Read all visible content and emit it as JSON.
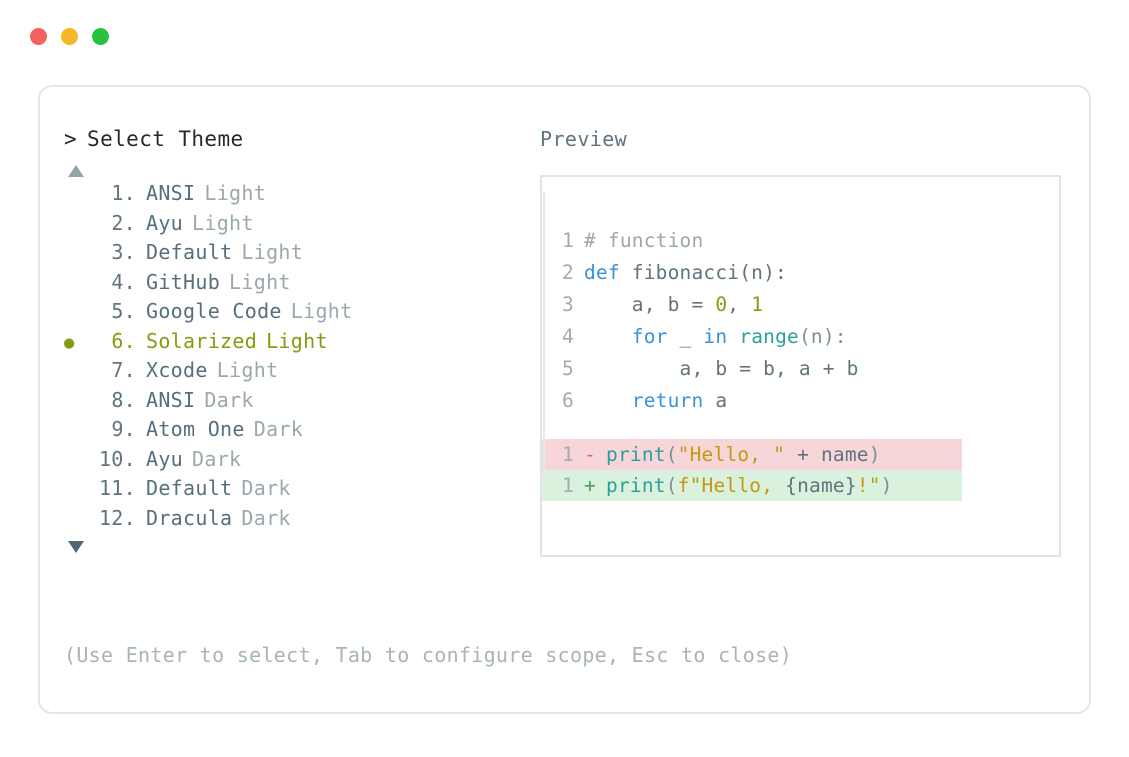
{
  "window": {
    "dots": [
      {
        "name": "close",
        "color": "#f5625c"
      },
      {
        "name": "minimize",
        "color": "#f6b726"
      },
      {
        "name": "maximize",
        "color": "#27c33f"
      }
    ]
  },
  "picker": {
    "caret": ">",
    "title": "Select Theme",
    "scroll_up": "▲",
    "scroll_down": "▼",
    "selected_index": 6,
    "selected_bullet": "●",
    "items": [
      {
        "num": "1.",
        "name": "ANSI",
        "variant": "Light",
        "selected": false
      },
      {
        "num": "2.",
        "name": "Ayu",
        "variant": "Light",
        "selected": false
      },
      {
        "num": "3.",
        "name": "Default",
        "variant": "Light",
        "selected": false
      },
      {
        "num": "4.",
        "name": "GitHub",
        "variant": "Light",
        "selected": false
      },
      {
        "num": "5.",
        "name": "Google Code",
        "variant": "Light",
        "selected": false
      },
      {
        "num": "6.",
        "name": "Solarized",
        "variant": "Light",
        "selected": true
      },
      {
        "num": "7.",
        "name": "Xcode",
        "variant": "Light",
        "selected": false
      },
      {
        "num": "8.",
        "name": "ANSI",
        "variant": "Dark",
        "selected": false
      },
      {
        "num": "9.",
        "name": "Atom One",
        "variant": "Dark",
        "selected": false
      },
      {
        "num": "10.",
        "name": "Ayu",
        "variant": "Dark",
        "selected": false
      },
      {
        "num": "11.",
        "name": "Default",
        "variant": "Dark",
        "selected": false
      },
      {
        "num": "12.",
        "name": "Dracula",
        "variant": "Dark",
        "selected": false
      }
    ],
    "hint": "(Use Enter to select, Tab to configure scope, Esc to close)"
  },
  "preview": {
    "label": "Preview",
    "code_lines": [
      {
        "num": "1",
        "tokens": [
          {
            "t": "# function",
            "c": "comment"
          }
        ]
      },
      {
        "num": "2",
        "tokens": [
          {
            "t": "def ",
            "c": "keyword"
          },
          {
            "t": "fibonacci(n):",
            "c": "plain"
          }
        ]
      },
      {
        "num": "3",
        "tokens": [
          {
            "t": "    a, b = ",
            "c": "plain"
          },
          {
            "t": "0",
            "c": "number"
          },
          {
            "t": ", ",
            "c": "plain"
          },
          {
            "t": "1",
            "c": "number"
          }
        ]
      },
      {
        "num": "4",
        "tokens": [
          {
            "t": "    ",
            "c": "plain"
          },
          {
            "t": "for",
            "c": "keyword"
          },
          {
            "t": " _ ",
            "c": "plain"
          },
          {
            "t": "in",
            "c": "keyword"
          },
          {
            "t": " ",
            "c": "plain"
          },
          {
            "t": "range",
            "c": "func"
          },
          {
            "t": "(n):",
            "c": "punct"
          }
        ]
      },
      {
        "num": "5",
        "tokens": [
          {
            "t": "        a, b = b, a + b",
            "c": "plain"
          }
        ]
      },
      {
        "num": "6",
        "tokens": [
          {
            "t": "    ",
            "c": "plain"
          },
          {
            "t": "return",
            "c": "keyword"
          },
          {
            "t": " a",
            "c": "plain"
          }
        ]
      }
    ],
    "diff_lines": [
      {
        "num": "1",
        "sign": "-",
        "kind": "del",
        "tokens": [
          {
            "t": "print",
            "c": "func"
          },
          {
            "t": "(",
            "c": "punct"
          },
          {
            "t": "\"Hello, \"",
            "c": "string"
          },
          {
            "t": " + name",
            "c": "plain"
          },
          {
            "t": ")",
            "c": "punct"
          }
        ]
      },
      {
        "num": "1",
        "sign": "+",
        "kind": "add",
        "tokens": [
          {
            "t": "print",
            "c": "func"
          },
          {
            "t": "(",
            "c": "punct"
          },
          {
            "t": "f\"Hello, ",
            "c": "string"
          },
          {
            "t": "{name}",
            "c": "plain"
          },
          {
            "t": "!\"",
            "c": "string"
          },
          {
            "t": ")",
            "c": "punct"
          }
        ]
      }
    ]
  },
  "colors": {
    "accent_selected": "#8a9a10",
    "text_primary": "#26282b",
    "text_secondary": "#56707a",
    "text_muted": "#9aa9ac",
    "diff_del_bg": "#f7d6da",
    "diff_add_bg": "#d9f1dd",
    "card_border": "#e2e6e6"
  }
}
